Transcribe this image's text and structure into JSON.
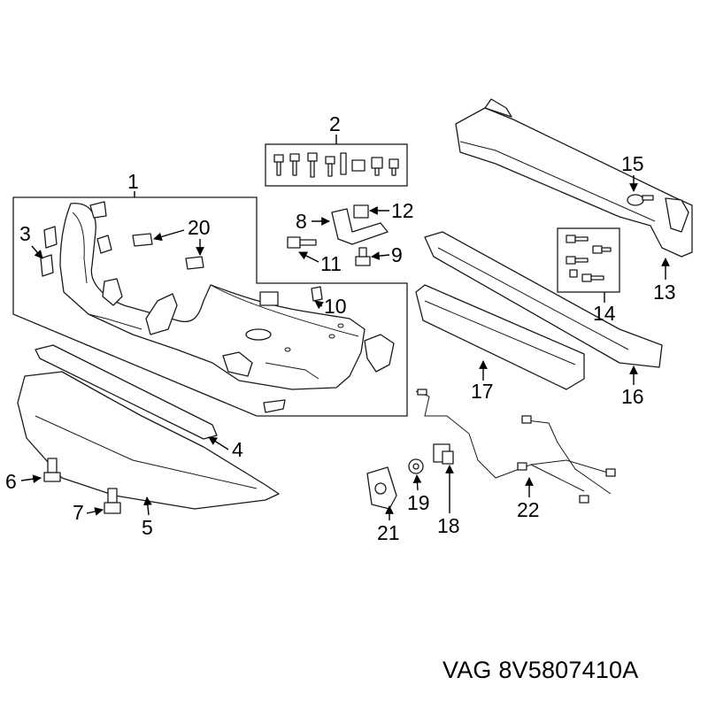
{
  "diagram": {
    "callouts": [
      {
        "id": "1",
        "label": "1"
      },
      {
        "id": "2",
        "label": "2"
      },
      {
        "id": "3",
        "label": "3"
      },
      {
        "id": "4",
        "label": "4"
      },
      {
        "id": "5",
        "label": "5"
      },
      {
        "id": "6",
        "label": "6"
      },
      {
        "id": "7",
        "label": "7"
      },
      {
        "id": "8",
        "label": "8"
      },
      {
        "id": "9",
        "label": "9"
      },
      {
        "id": "10",
        "label": "10"
      },
      {
        "id": "11",
        "label": "11"
      },
      {
        "id": "12",
        "label": "12"
      },
      {
        "id": "13",
        "label": "13"
      },
      {
        "id": "14",
        "label": "14"
      },
      {
        "id": "15",
        "label": "15"
      },
      {
        "id": "16",
        "label": "16"
      },
      {
        "id": "17",
        "label": "17"
      },
      {
        "id": "18",
        "label": "18"
      },
      {
        "id": "19",
        "label": "19"
      },
      {
        "id": "20",
        "label": "20"
      },
      {
        "id": "21",
        "label": "21"
      },
      {
        "id": "22",
        "label": "22"
      }
    ],
    "part_number_label": "VAG 8V5807410A"
  }
}
